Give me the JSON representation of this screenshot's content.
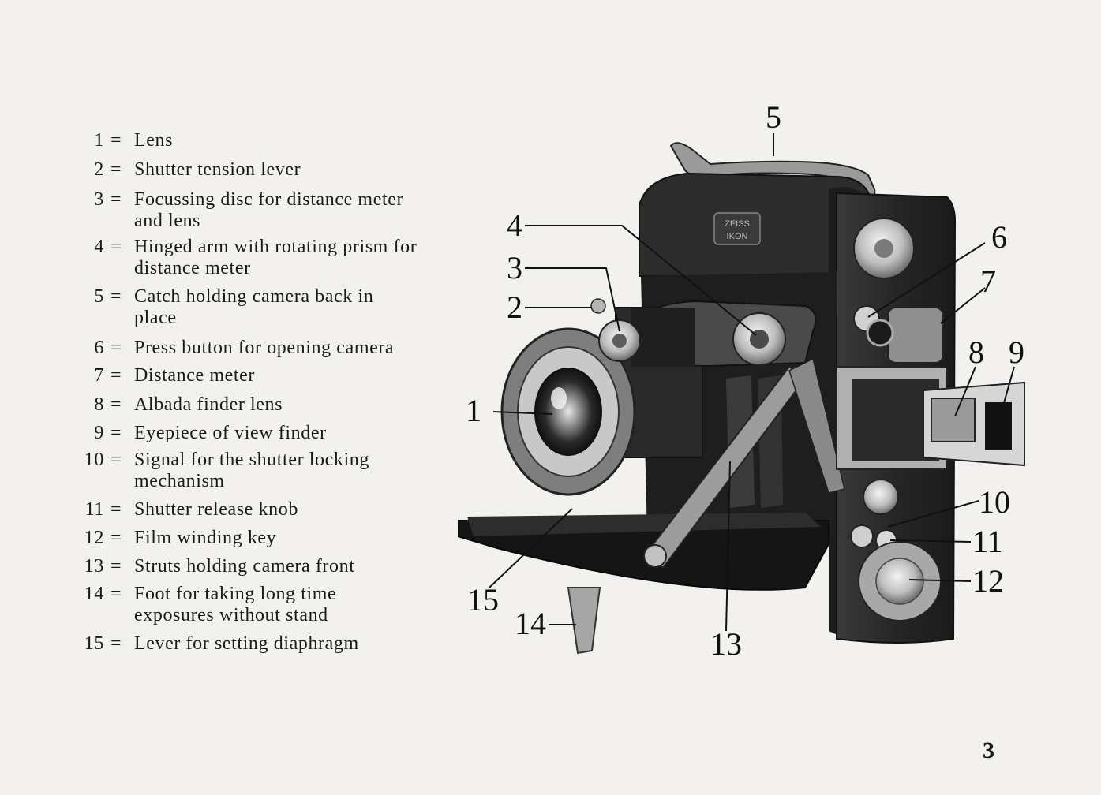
{
  "legend": [
    {
      "num": "1",
      "eq": "=",
      "text": "Lens"
    },
    {
      "num": "2",
      "eq": "=",
      "text": "Shutter tension lever"
    },
    {
      "num": "3",
      "eq": "=",
      "text": "Focussing disc for distance meter and lens"
    },
    {
      "num": "4",
      "eq": "=",
      "text": "Hinged arm with rotating prism for distance meter"
    },
    {
      "num": "5",
      "eq": "=",
      "text": "Catch holding camera back in place"
    },
    {
      "num": "6",
      "eq": "=",
      "text": "Press button for opening camera"
    },
    {
      "num": "7",
      "eq": "=",
      "text": "Distance meter"
    },
    {
      "num": "8",
      "eq": "=",
      "text": "Albada finder lens"
    },
    {
      "num": "9",
      "eq": "=",
      "text": "Eyepiece of view finder"
    },
    {
      "num": "10",
      "eq": "=",
      "text": "Signal for the shutter locking mechanism"
    },
    {
      "num": "11",
      "eq": "=",
      "text": "Shutter release knob"
    },
    {
      "num": "12",
      "eq": "=",
      "text": "Film winding key"
    },
    {
      "num": "13",
      "eq": "=",
      "text": "Struts holding camera front"
    },
    {
      "num": "14",
      "eq": "=",
      "text": "Foot for taking long time exposures without stand"
    },
    {
      "num": "15",
      "eq": "=",
      "text": "Lever for setting diaphragm"
    }
  ],
  "callouts": [
    "1",
    "2",
    "3",
    "4",
    "5",
    "6",
    "7",
    "8",
    "9",
    "10",
    "11",
    "12",
    "13",
    "14",
    "15"
  ],
  "badge": {
    "line1": "ZEISS",
    "line2": "IKON"
  },
  "page_number": "3"
}
